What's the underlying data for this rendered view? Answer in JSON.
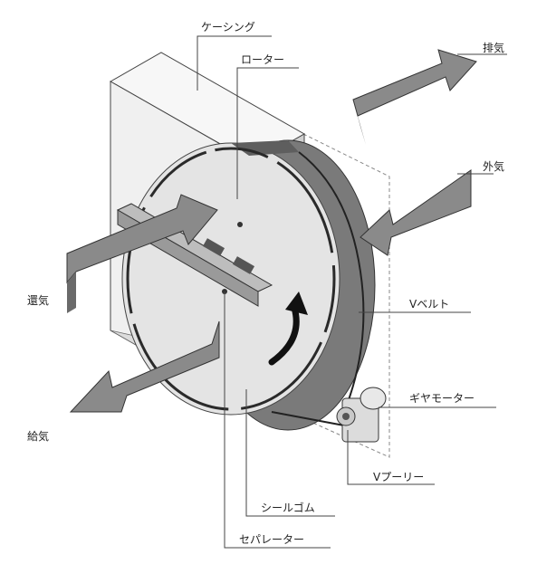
{
  "labels": {
    "casing": "ケーシング",
    "rotor": "ローター",
    "exhaust": "排気",
    "outside_air": "外気",
    "return_air": "還気",
    "supply_air": "給気",
    "v_belt": "Vベルト",
    "gear_motor": "ギヤモーター",
    "v_pulley": "Vプーリー",
    "seal_rubber": "シールゴム",
    "separator": "セパレーター"
  },
  "colors": {
    "arrow_fill": "#8a8a8a",
    "rotor_rim": "#7a7a7a",
    "rotor_face": "#e4e4e4",
    "casing_face": "#f0f0f0",
    "line": "#333333"
  }
}
